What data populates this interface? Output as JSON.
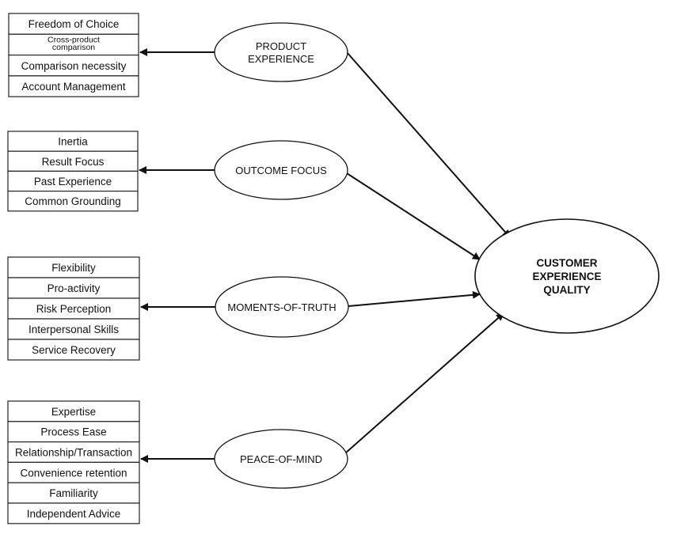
{
  "outcome": {
    "lines": [
      "CUSTOMER",
      "EXPERIENCE",
      "QUALITY"
    ]
  },
  "dimensions": [
    {
      "id": "product-experience",
      "lines": [
        "PRODUCT",
        "EXPERIENCE"
      ],
      "attributes": [
        {
          "label": "Freedom of Choice"
        },
        {
          "label": "Cross-product comparison",
          "lines": [
            "Cross-product",
            "comparison"
          ],
          "small": true
        },
        {
          "label": "Comparison necessity"
        },
        {
          "label": "Account Management"
        }
      ]
    },
    {
      "id": "outcome-focus",
      "lines": [
        "OUTCOME FOCUS"
      ],
      "attributes": [
        {
          "label": "Inertia"
        },
        {
          "label": "Result Focus"
        },
        {
          "label": "Past Experience"
        },
        {
          "label": "Common Grounding"
        }
      ]
    },
    {
      "id": "moments-of-truth",
      "lines": [
        "MOMENTS-OF-TRUTH"
      ],
      "attributes": [
        {
          "label": "Flexibility"
        },
        {
          "label": "Pro-activity"
        },
        {
          "label": "Risk Perception"
        },
        {
          "label": "Interpersonal Skills"
        },
        {
          "label": "Service Recovery"
        }
      ]
    },
    {
      "id": "peace-of-mind",
      "lines": [
        "PEACE-OF-MIND"
      ],
      "attributes": [
        {
          "label": "Expertise"
        },
        {
          "label": "Process Ease"
        },
        {
          "label": "Relationship/Transaction"
        },
        {
          "label": "Convenience retention"
        },
        {
          "label": "Familiarity"
        },
        {
          "label": "Independent Advice"
        }
      ]
    }
  ]
}
